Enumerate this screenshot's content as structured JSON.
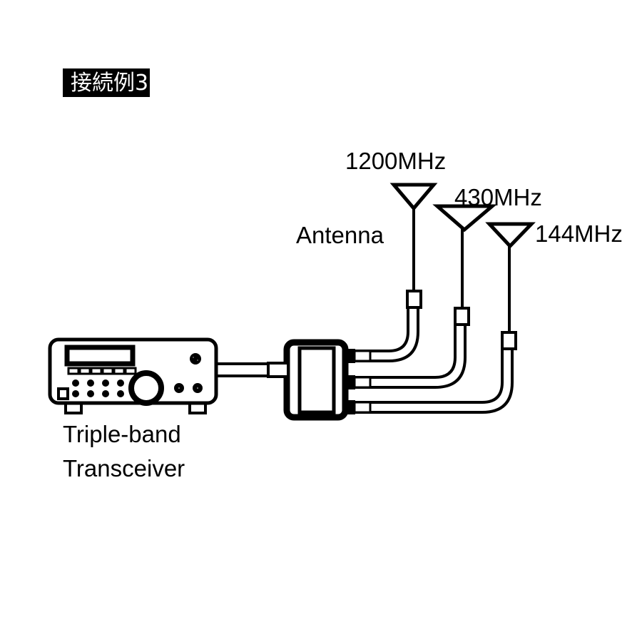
{
  "figure": {
    "badge_label": "接続例3",
    "background_color": "#ffffff",
    "ink_color": "#000000"
  },
  "labels": {
    "antenna_group": "Antenna",
    "antenna_1200": "1200MHz",
    "antenna_430": "430MHz",
    "antenna_144": "144MHz",
    "device_line1": "Triple-band",
    "device_line2": "Transceiver"
  },
  "diagram": {
    "type": "wiring-diagram",
    "title": "接続例3",
    "description": "Triple-band transceiver connected through a triplexer to three separate band antennas",
    "nodes": [
      {
        "id": "transceiver",
        "label": "Triple-band Transceiver",
        "kind": "device"
      },
      {
        "id": "triplexer",
        "label": "",
        "kind": "splitter-box"
      },
      {
        "id": "antenna-1200",
        "label": "1200MHz",
        "kind": "antenna"
      },
      {
        "id": "antenna-430",
        "label": "430MHz",
        "kind": "antenna"
      },
      {
        "id": "antenna-144",
        "label": "144MHz",
        "kind": "antenna"
      }
    ],
    "connections": [
      {
        "from": "transceiver",
        "to": "triplexer",
        "kind": "coax-cable"
      },
      {
        "from": "triplexer",
        "to": "antenna-1200",
        "kind": "coax-cable"
      },
      {
        "from": "triplexer",
        "to": "antenna-430",
        "kind": "coax-cable"
      },
      {
        "from": "triplexer",
        "to": "antenna-144",
        "kind": "coax-cable"
      }
    ]
  }
}
